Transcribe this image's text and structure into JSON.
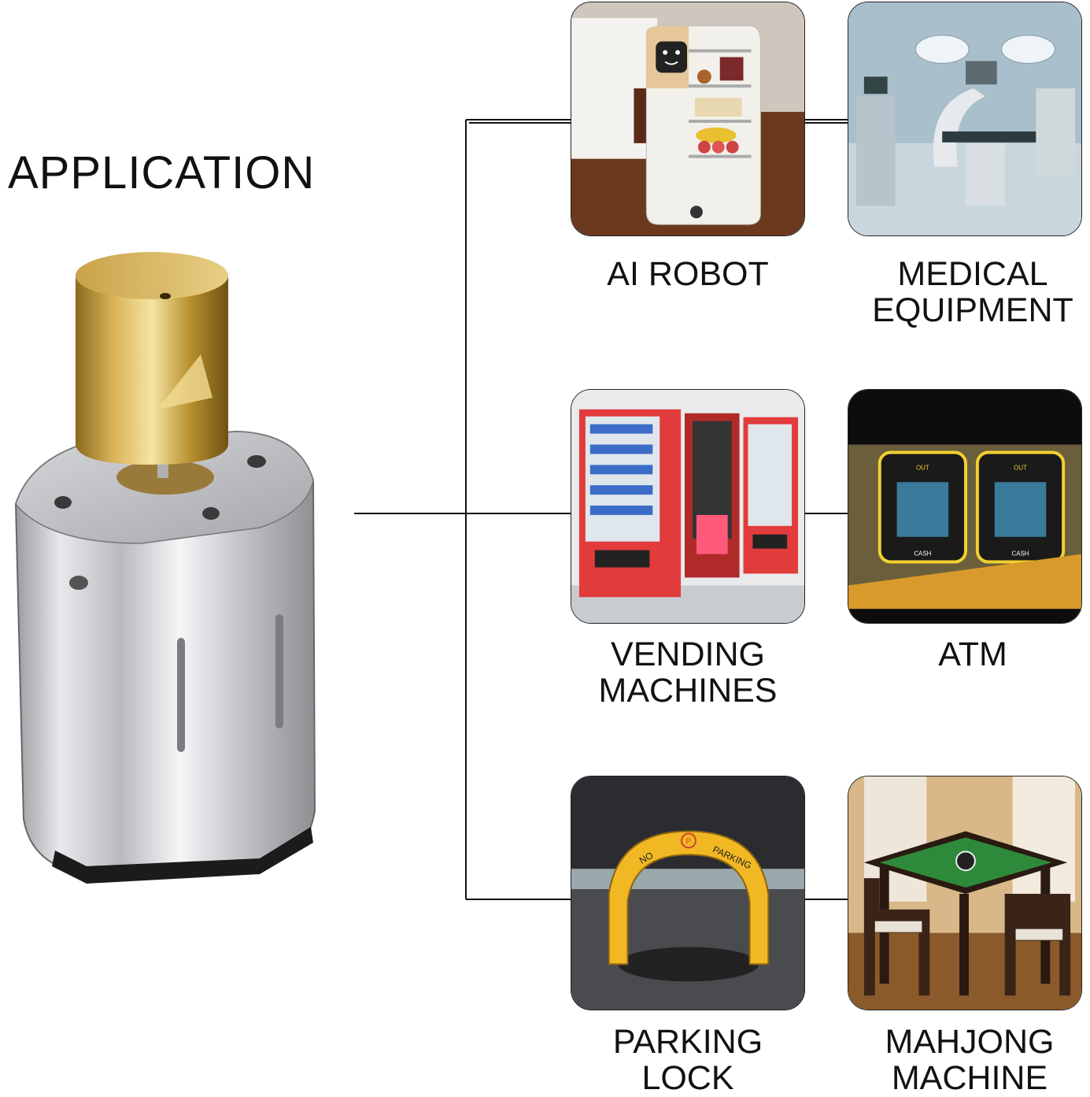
{
  "heading": "APPLICATION",
  "applications": [
    {
      "id": "ai-robot",
      "lines": [
        "AI ROBOT"
      ]
    },
    {
      "id": "medical-equipment",
      "lines": [
        "MEDICAL",
        "EQUIPMENT"
      ]
    },
    {
      "id": "vending-machines",
      "lines": [
        "VENDING",
        "MACHINES"
      ]
    },
    {
      "id": "atm",
      "lines": [
        "ATM"
      ]
    },
    {
      "id": "parking-lock",
      "lines": [
        "PARKING",
        "LOCK"
      ]
    },
    {
      "id": "mahjong-machine",
      "lines": [
        "MAHJONG",
        "MACHINE"
      ]
    }
  ],
  "photo_text": {
    "atm_out": "OUT",
    "atm_cash": "CASH",
    "parking_no": "NO",
    "parking_parking": "PARKING",
    "parking_symbol": "P"
  }
}
